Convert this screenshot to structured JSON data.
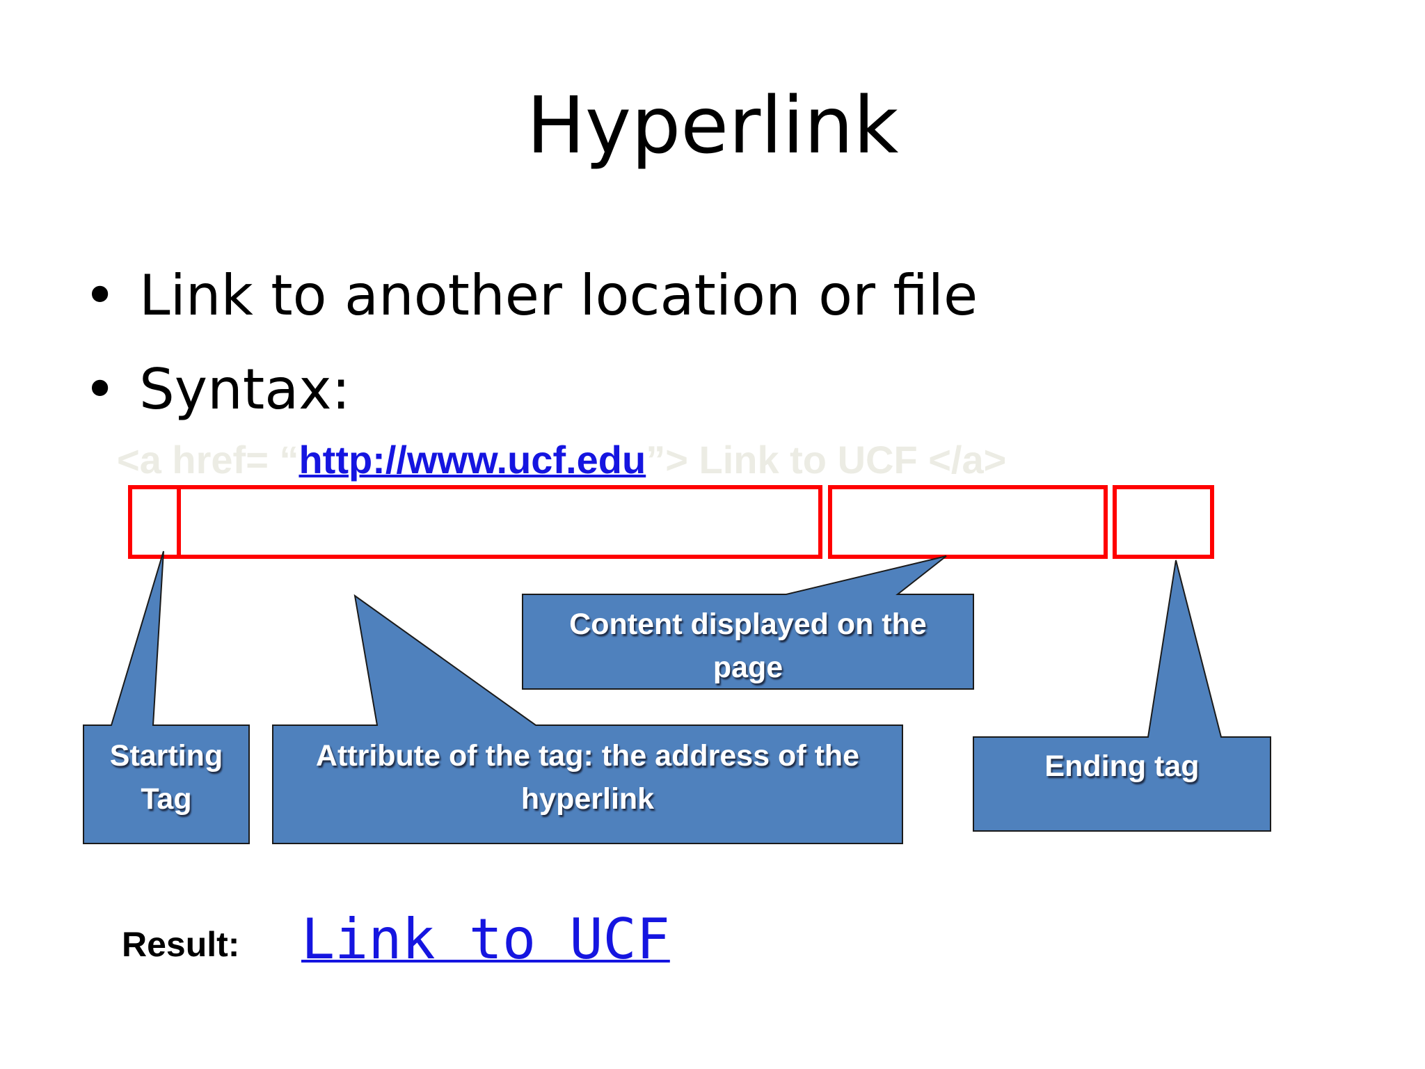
{
  "slide": {
    "title": "Hyperlink",
    "bullets": [
      {
        "symbol": "•",
        "text": "Link to another location or file"
      },
      {
        "symbol": "•",
        "text": "Syntax:"
      }
    ],
    "syntax": {
      "prefix": "<a href= “",
      "url": "http://www.ucf.edu",
      "suffix": "”> Link to UCF </a>"
    },
    "callouts": {
      "starting_tag": [
        "Starting",
        "Tag"
      ],
      "attribute": [
        "Attribute of the tag: the address of the",
        "hyperlink"
      ],
      "content": [
        "Content displayed on the",
        "page"
      ],
      "ending_tag": [
        "Ending tag"
      ]
    },
    "result": {
      "label": "Result:",
      "link_text": "Link to UCF"
    }
  },
  "colors": {
    "callout_fill": "#4f81bd",
    "highlight_box": "#ff0000",
    "link": "#1515e0",
    "faint_code": "#ecece4"
  }
}
